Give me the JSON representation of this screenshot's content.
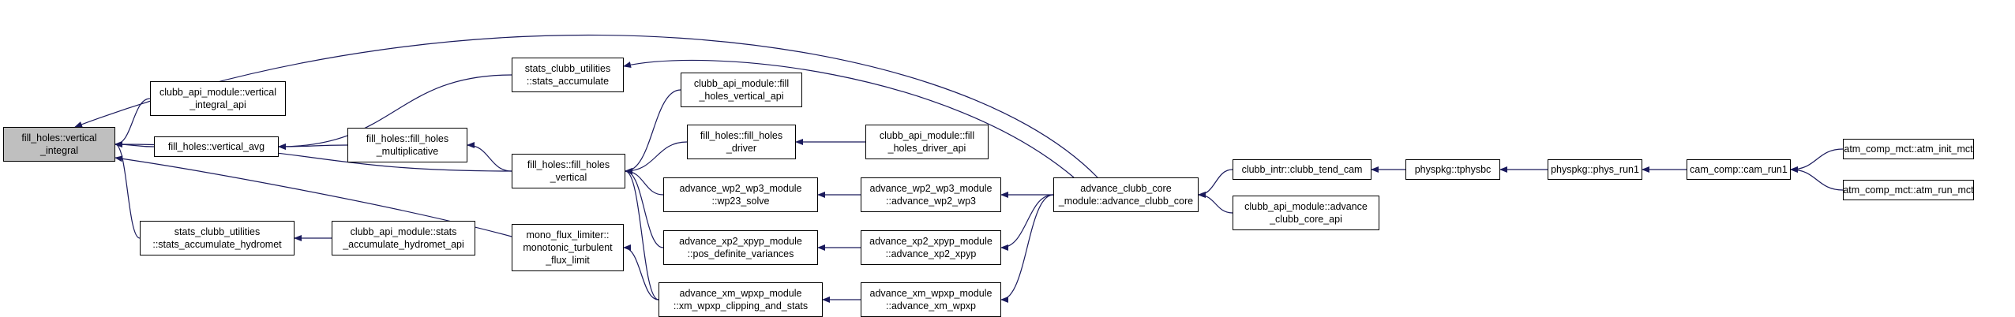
{
  "graph": {
    "root": "fill_holes::vertical_integral",
    "nodes": [
      {
        "id": "n0",
        "label": "fill_holes::vertical\n_integral"
      },
      {
        "id": "n1",
        "label": "clubb_api_module::vertical\n_integral_api"
      },
      {
        "id": "n2",
        "label": "fill_holes::vertical_avg"
      },
      {
        "id": "n3",
        "label": "stats_clubb_utilities\n::stats_accumulate"
      },
      {
        "id": "n4",
        "label": "fill_holes::fill_holes\n_multiplicative"
      },
      {
        "id": "n5",
        "label": "stats_clubb_utilities\n::stats_accumulate_hydromet"
      },
      {
        "id": "n6",
        "label": "clubb_api_module::stats\n_accumulate_hydromet_api"
      },
      {
        "id": "n7",
        "label": "fill_holes::fill_holes\n_vertical"
      },
      {
        "id": "n8",
        "label": "mono_flux_limiter::\nmonotonic_turbulent\n_flux_limit"
      },
      {
        "id": "n9",
        "label": "clubb_api_module::fill\n_holes_vertical_api"
      },
      {
        "id": "n10",
        "label": "fill_holes::fill_holes\n_driver"
      },
      {
        "id": "n11",
        "label": "advance_wp2_wp3_module\n::wp23_solve"
      },
      {
        "id": "n12",
        "label": "advance_xp2_xpyp_module\n::pos_definite_variances"
      },
      {
        "id": "n13",
        "label": "advance_xm_wpxp_module\n::xm_wpxp_clipping_and_stats"
      },
      {
        "id": "n14",
        "label": "clubb_api_module::fill\n_holes_driver_api"
      },
      {
        "id": "n15",
        "label": "advance_wp2_wp3_module\n::advance_wp2_wp3"
      },
      {
        "id": "n16",
        "label": "advance_xp2_xpyp_module\n::advance_xp2_xpyp"
      },
      {
        "id": "n17",
        "label": "advance_xm_wpxp_module\n::advance_xm_wpxp"
      },
      {
        "id": "n18",
        "label": "advance_clubb_core\n_module::advance_clubb_core"
      },
      {
        "id": "n19",
        "label": "clubb_intr::clubb_tend_cam"
      },
      {
        "id": "n20",
        "label": "clubb_api_module::advance\n_clubb_core_api"
      },
      {
        "id": "n21",
        "label": "physpkg::tphysbc"
      },
      {
        "id": "n22",
        "label": "physpkg::phys_run1"
      },
      {
        "id": "n23",
        "label": "cam_comp::cam_run1"
      },
      {
        "id": "n24",
        "label": "atm_comp_mct::atm_init_mct"
      },
      {
        "id": "n25",
        "label": "atm_comp_mct::atm_run_mct"
      }
    ],
    "edges": [
      [
        "n1",
        "n0"
      ],
      [
        "n2",
        "n0"
      ],
      [
        "n3",
        "n2"
      ],
      [
        "n4",
        "n2"
      ],
      [
        "n5",
        "n0"
      ],
      [
        "n6",
        "n5"
      ],
      [
        "n7",
        "n4"
      ],
      [
        "n8",
        "n0"
      ],
      [
        "n7",
        "n0"
      ],
      [
        "n18",
        "n0"
      ],
      [
        "n18",
        "n3"
      ],
      [
        "n9",
        "n7"
      ],
      [
        "n10",
        "n7"
      ],
      [
        "n11",
        "n7"
      ],
      [
        "n12",
        "n7"
      ],
      [
        "n13",
        "n7"
      ],
      [
        "n13",
        "n8"
      ],
      [
        "n14",
        "n10"
      ],
      [
        "n15",
        "n11"
      ],
      [
        "n16",
        "n12"
      ],
      [
        "n17",
        "n13"
      ],
      [
        "n18",
        "n15"
      ],
      [
        "n18",
        "n16"
      ],
      [
        "n18",
        "n17"
      ],
      [
        "n19",
        "n18"
      ],
      [
        "n20",
        "n18"
      ],
      [
        "n21",
        "n19"
      ],
      [
        "n22",
        "n21"
      ],
      [
        "n23",
        "n22"
      ],
      [
        "n24",
        "n23"
      ],
      [
        "n25",
        "n23"
      ]
    ]
  }
}
